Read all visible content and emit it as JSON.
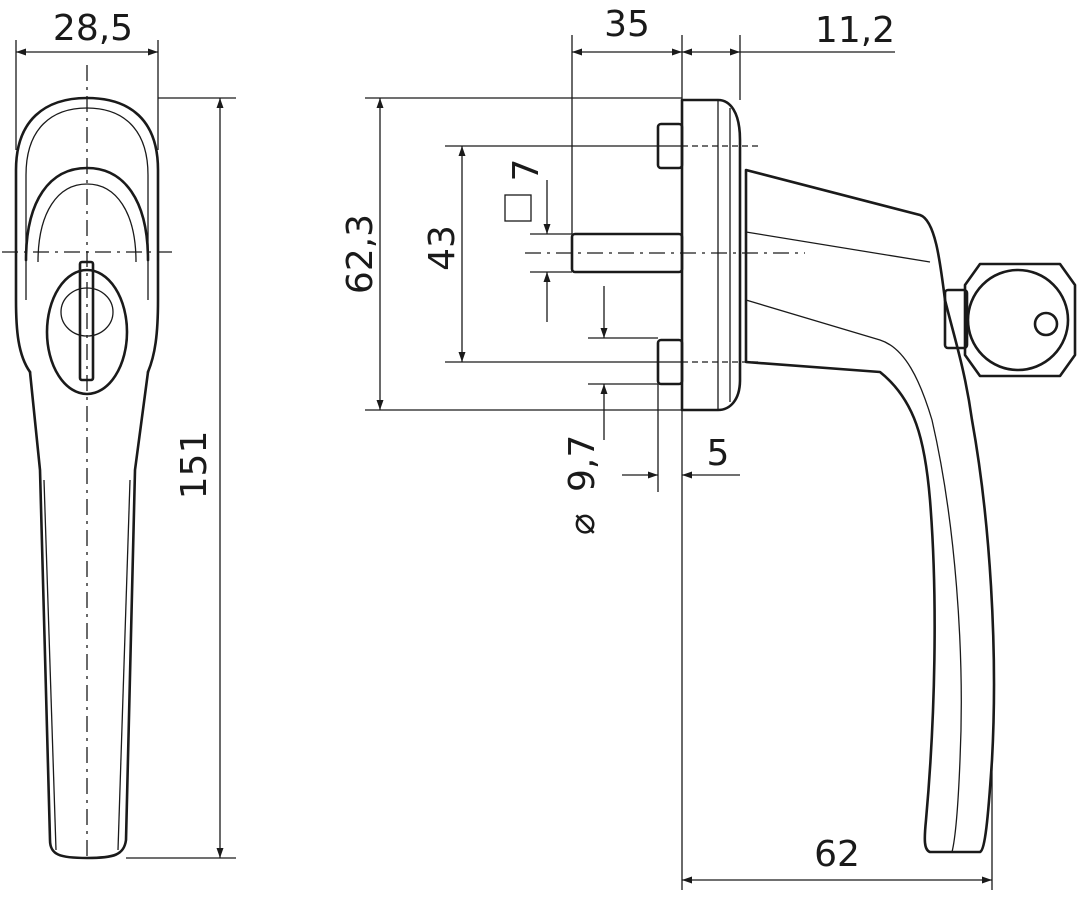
{
  "diagram": {
    "dimensions": {
      "width_front": "28,5",
      "height_total": "151",
      "spindle_length": "35",
      "base_depth": "11,2",
      "rose_height": "62,3",
      "screw_spacing": "43",
      "spindle_square": "7",
      "screw_hole_diameter": "9,7",
      "diameter_symbol": "⌀",
      "screw_offset": "5",
      "projection": "62"
    }
  }
}
